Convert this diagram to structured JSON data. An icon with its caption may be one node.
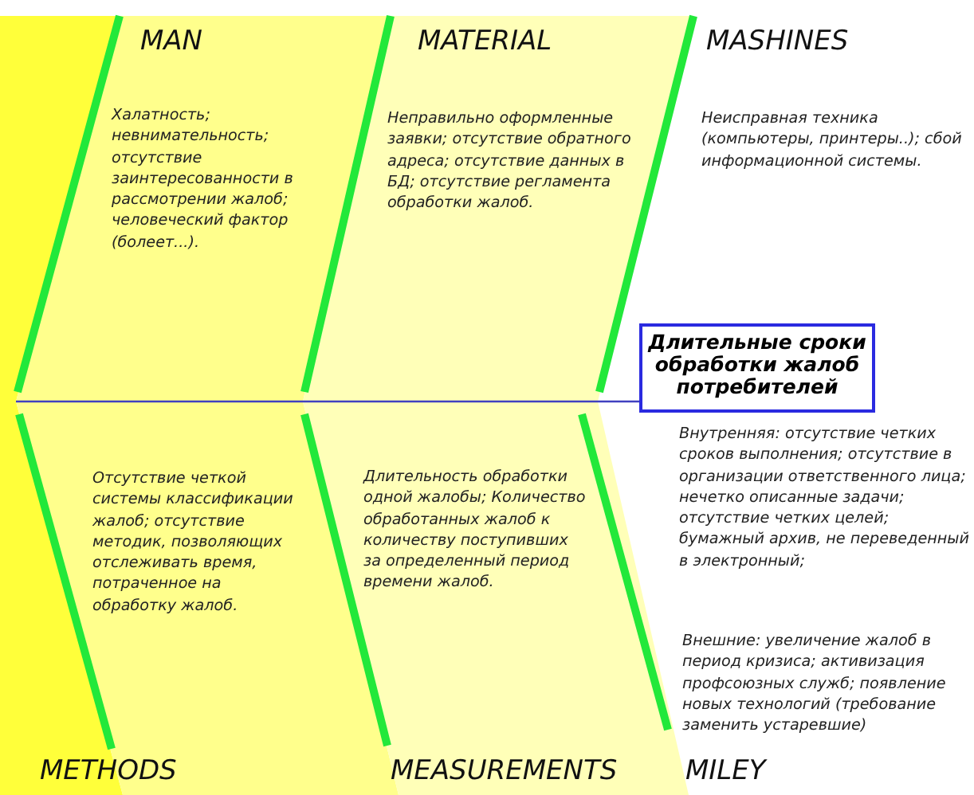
{
  "diagram": {
    "nodes": [
      {
        "text": [
          "MAN",
          "Халатность; невнимательность; отсутствие заинтересованности в рассмотрении жалоб; человеческий фактор (болеет...)."
        ]
      },
      {
        "text": [
          "MATERIAL",
          "Неправильно оформленные заявки; отсутствие обратного адреса; отсутствие данных в БД; отсутствие регламента обработки жалоб."
        ]
      },
      {
        "text": [
          "MASHINES",
          "Неисправная техника (компьютеры, принтеры..); сбой информационной системы."
        ]
      },
      {
        "text": [
          "Длительные сроки обработки жалоб потребителей"
        ]
      },
      {
        "text": [
          "Отсутствие четкой системы классификации жалоб; отсутствие методик, позволяющих отслеживать время, потраченное на обработку жалоб.",
          "METHODS"
        ]
      },
      {
        "text": [
          "Длительность обработки одной жалобы; Количество обработанных жалоб к количеству поступивших за определенный период времени жалоб.",
          "MEASUREMENTS"
        ]
      },
      {
        "text": [
          "Внутренняя: отсутствие четких сроков выполнения; отсутствие в организации ответственного лица; нечетко описанные задачи; отсутствие четких целей; бумажный архив, не переведенный в электронный;",
          "Внешние: увеличение жалоб в период кризиса; активизация профсоюзных служб; появление новых технологий (требование заменить устаревшие)",
          "MILEY"
        ]
      }
    ],
    "edges": [
      {
        "from": null,
        "to": 3,
        "arrow": "none"
      }
    ]
  }
}
